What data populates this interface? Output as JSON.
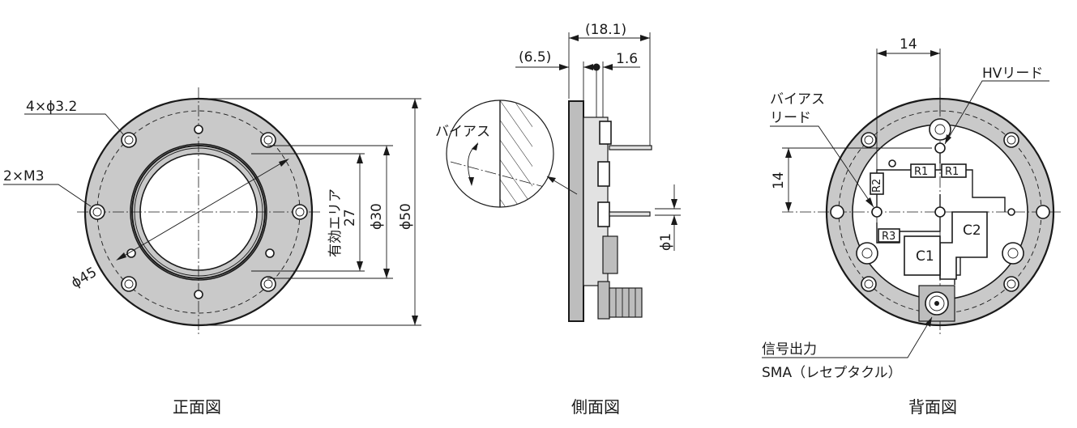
{
  "front_view": {
    "caption": "正面図",
    "holes_label": "4×ϕ3.2",
    "thread_label": "2×M3",
    "pcd_label": "ϕ45",
    "effective_area_label": "有効エリア",
    "effective_area_value": "27",
    "dia30_label": "ϕ30",
    "dia50_label": "ϕ50"
  },
  "side_view": {
    "caption": "側面図",
    "dim_overall": "(18.1)",
    "dim_plate": "(6.5)",
    "dim_pin": "1.6",
    "dim_pin_dia": "ϕ1",
    "bias_label": "バイアス"
  },
  "back_view": {
    "caption": "背面図",
    "dim_h": "14",
    "dim_v": "14",
    "hv_lead": "HVリード",
    "bias_lead": "バイアス\nリード",
    "bias_lead_line1": "バイアス",
    "bias_lead_line2": "リード",
    "output_label": "信号出力",
    "sma_label": "SMA（レセプタクル）",
    "r1a": "R1",
    "r1b": "R1",
    "r2": "R2",
    "r3": "R3",
    "c1": "C1",
    "c2": "C2"
  }
}
